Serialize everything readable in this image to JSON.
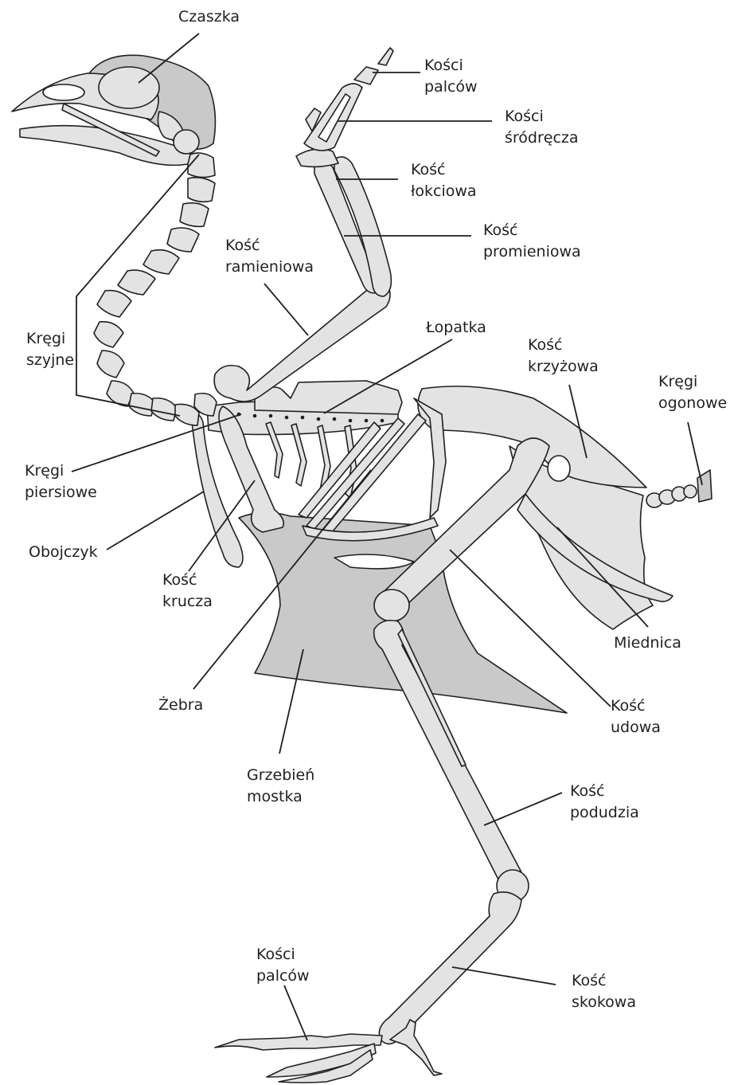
{
  "labels": {
    "czaszka": [
      "Czaszka"
    ],
    "kosci_palcow_skrzydla": [
      "Kości",
      "palców"
    ],
    "kosci_srodrecza": [
      "Kości",
      "śródręcza"
    ],
    "kosc_lokciowa": [
      "Kość",
      "łokciowa"
    ],
    "kosc_promieniowa": [
      "Kość",
      "promieniowa"
    ],
    "kosc_ramieniowa": [
      "Kość",
      "ramieniowa"
    ],
    "lopatka": [
      "Łopatka"
    ],
    "kosc_krzyzowa": [
      "Kość",
      "krzyżowa"
    ],
    "kregi_ogonowe": [
      "Kręgi",
      "ogonowe"
    ],
    "kregi_szyjne": [
      "Kręgi",
      "szyjne"
    ],
    "kregi_piersiowe": [
      "Kręgi",
      "piersiowe"
    ],
    "obojczyk": [
      "Obojczyk"
    ],
    "kosc_krucza": [
      "Kość",
      "krucza"
    ],
    "miednica": [
      "Miednica"
    ],
    "zebra": [
      "Żebra"
    ],
    "kosc_udowa": [
      "Kość",
      "udowa"
    ],
    "grzebien_mostka": [
      "Grzebień",
      "mostka"
    ],
    "kosc_podudzia": [
      "Kość",
      "podudzia"
    ],
    "kosci_palcow_nogi": [
      "Kości",
      "palców"
    ],
    "kosc_skokowa": [
      "Kość",
      "skokowa"
    ]
  }
}
